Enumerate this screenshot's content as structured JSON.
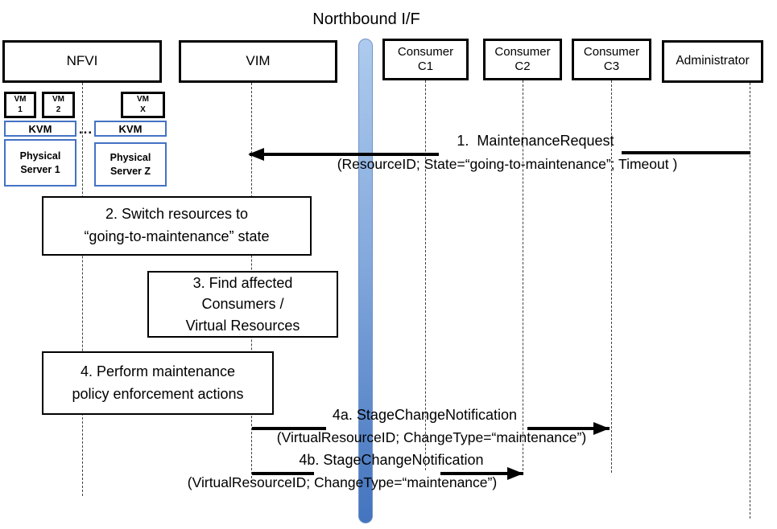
{
  "title": "Northbound I/F",
  "colors": {
    "accent_blue_border": "#4472C4",
    "bar_gradient_top": "#AECBEE",
    "bar_gradient_bottom": "#4374BE",
    "box_border_black": "#000000"
  },
  "actors": {
    "nfvi": "NFVI",
    "vim": "VIM",
    "c1": "Consumer\nC1",
    "c2": "Consumer\nC2",
    "c3": "Consumer\nC3",
    "admin": "Administrator"
  },
  "nfvi_internals": {
    "vm1": "VM\n1",
    "vm2": "VM\n2",
    "vmx": "VM\nX",
    "kvm_left": "KVM",
    "kvm_right": "KVM",
    "ellipsis": "...",
    "server1": "Physical\nServer 1",
    "serverz": "Physical\nServer Z"
  },
  "steps": {
    "s2": "2. Switch resources to\n“going-to-maintenance” state",
    "s3": "3. Find affected\nConsumers /\nVirtual Resources",
    "s4": "4. Perform maintenance\npolicy enforcement actions"
  },
  "messages": {
    "m1": {
      "title": "1.  MaintenanceRequest",
      "params": "(ResourceID; State=“going-to-maintenance”; Timeout )"
    },
    "m4a": {
      "title": "4a. StageChangeNotification",
      "params": "(VirtualResourceID; ChangeType=“maintenance”)"
    },
    "m4b": {
      "title": "4b. StageChangeNotification",
      "params": "(VirtualResourceID; ChangeType=“maintenance”)"
    }
  }
}
